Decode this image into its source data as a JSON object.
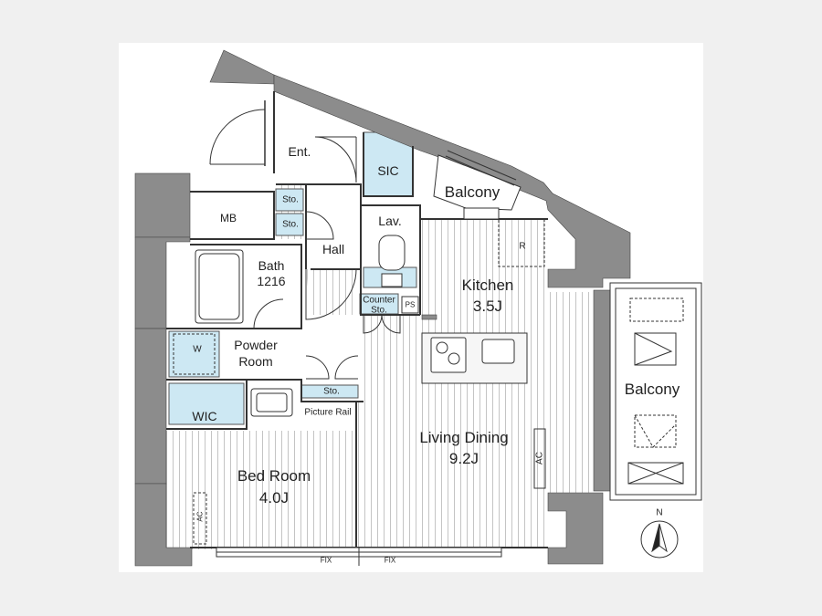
{
  "labels": {
    "entrance": "Ent.",
    "sic": "SIC",
    "balcony_top": "Balcony",
    "mb": "MB",
    "storage_1": "Sto.",
    "storage_2": "Sto.",
    "lavatory": "Lav.",
    "hall": "Hall",
    "bath": "Bath",
    "bath_size": "1216",
    "kitchen": "Kitchen",
    "kitchen_size": "3.5J",
    "refrigerator": "R",
    "counter_storage": "Counter",
    "counter_storage_2": "Sto.",
    "pipe_space": "PS",
    "washer": "W",
    "powder_room": "Powder",
    "powder_room_2": "Room",
    "balcony_right": "Balcony",
    "storage_3": "Sto.",
    "wic": "WIC",
    "picture_rail": "Picture Rail",
    "living_dining": "Living Dining",
    "living_dining_size": "9.2J",
    "ac_living": "AC",
    "bed_room": "Bed Room",
    "bed_room_size": "4.0J",
    "ac_bed": "AC",
    "fix_left": "FIX",
    "fix_right": "FIX",
    "north": "N"
  },
  "colors": {
    "wall": "#8c8c8c",
    "floor_lines": "#c4c4c4",
    "wet_area": "#cde8f3",
    "background": "#ffffff",
    "line": "#333333"
  }
}
